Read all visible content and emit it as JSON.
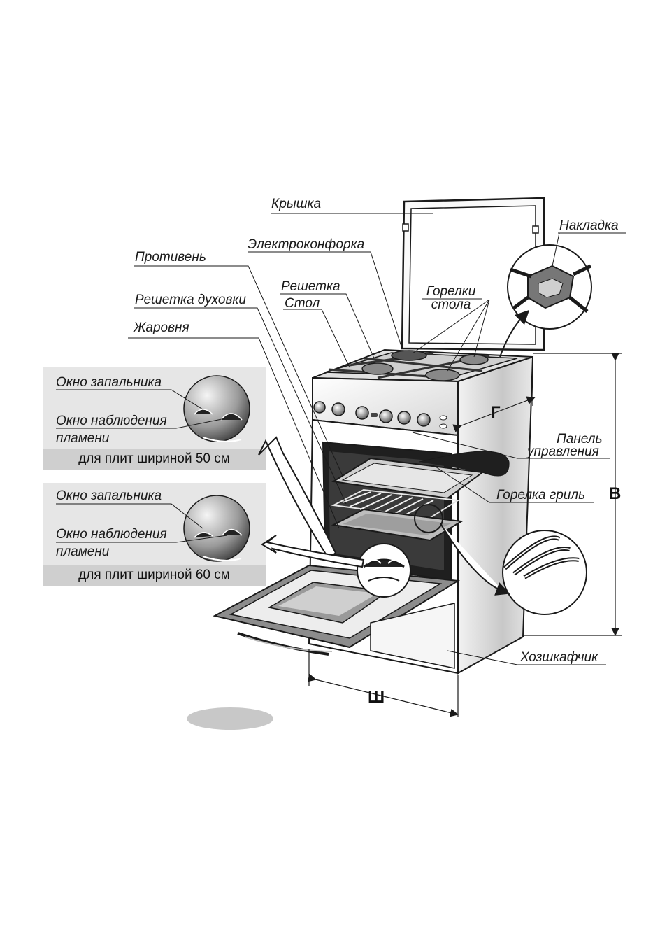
{
  "labels": {
    "lid": "Крышка",
    "electric_hotplate": "Электроконфорка",
    "cover_plate": "Накладка",
    "baking_tray": "Противень",
    "grate": "Решетка",
    "table": "Стол",
    "table_burners_1": "Горелки",
    "table_burners_2": "стола",
    "oven_grate": "Решетка духовки",
    "roasting_pan": "Жаровня",
    "control_panel_1": "Панель",
    "control_panel_2": "управления",
    "grill_burner": "Горелка гриль",
    "storage_box": "Хозшкафчик"
  },
  "dimensions": {
    "depth": "Г",
    "height": "В",
    "width": "Ш"
  },
  "inset_50": {
    "ignition_window": "Окно запальника",
    "flame_window_1": "Окно наблюдения",
    "flame_window_2": "пламени",
    "caption": "для плит шириной 50 см"
  },
  "inset_60": {
    "ignition_window": "Окно запальника",
    "flame_window_1": "Окно наблюдения",
    "flame_window_2": "пламени",
    "caption": "для плит шириной 60 см"
  },
  "colors": {
    "line": "#1a1a1a",
    "panel_bg": "#e6e6e6",
    "caption_bg": "#cfcfcf",
    "body_grey": "#d9d9d9",
    "dark": "#2a2a2a"
  }
}
